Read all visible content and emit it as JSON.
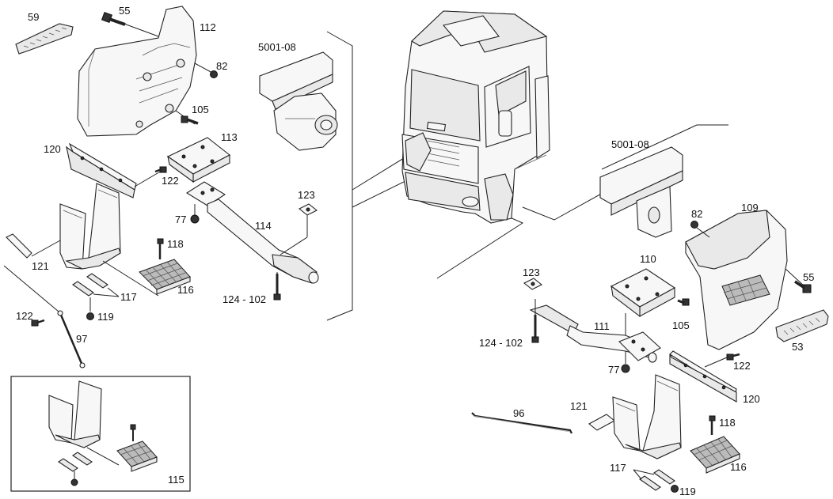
{
  "labels": {
    "p59": "59",
    "p55_left": "55",
    "p112": "112",
    "p82_left": "82",
    "p105_left": "105",
    "p5001_left": "5001-08",
    "p120_left": "120",
    "p113": "113",
    "p122_left_top": "122",
    "p123_left": "123",
    "p77_left": "77",
    "p114": "114",
    "p118_left": "118",
    "p121_left": "121",
    "p117_left": "117",
    "p116_left": "116",
    "p124_left": "124 - 102",
    "p122_left_bottom": "122",
    "p119_left": "119",
    "p97": "97",
    "p115": "115",
    "p5001_right": "5001-08",
    "p82_right": "82",
    "p109": "109",
    "p110": "110",
    "p123_right": "123",
    "p55_right": "55",
    "p111": "111",
    "p105_right": "105",
    "p124_right": "124 - 102",
    "p53": "53",
    "p77_right": "77",
    "p122_right": "122",
    "p120_right": "120",
    "p96": "96",
    "p121_right": "121",
    "p118_right": "118",
    "p116_right": "116",
    "p117_right": "117",
    "p119_right": "119"
  }
}
